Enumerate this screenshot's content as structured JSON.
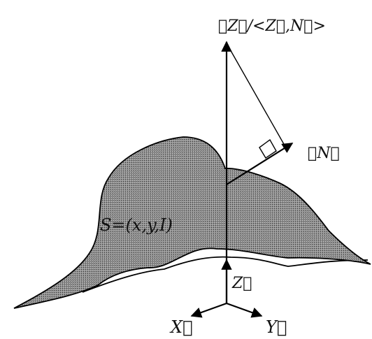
{
  "labels": {
    "top_formula": "ℋZ⃗/<Z⃗,N⃗>",
    "hn": "ℋN⃗",
    "surface": "S=(x,y,I)",
    "z_axis": "Z⃗",
    "x_axis": "X⃗",
    "y_axis": "Y⃗"
  }
}
